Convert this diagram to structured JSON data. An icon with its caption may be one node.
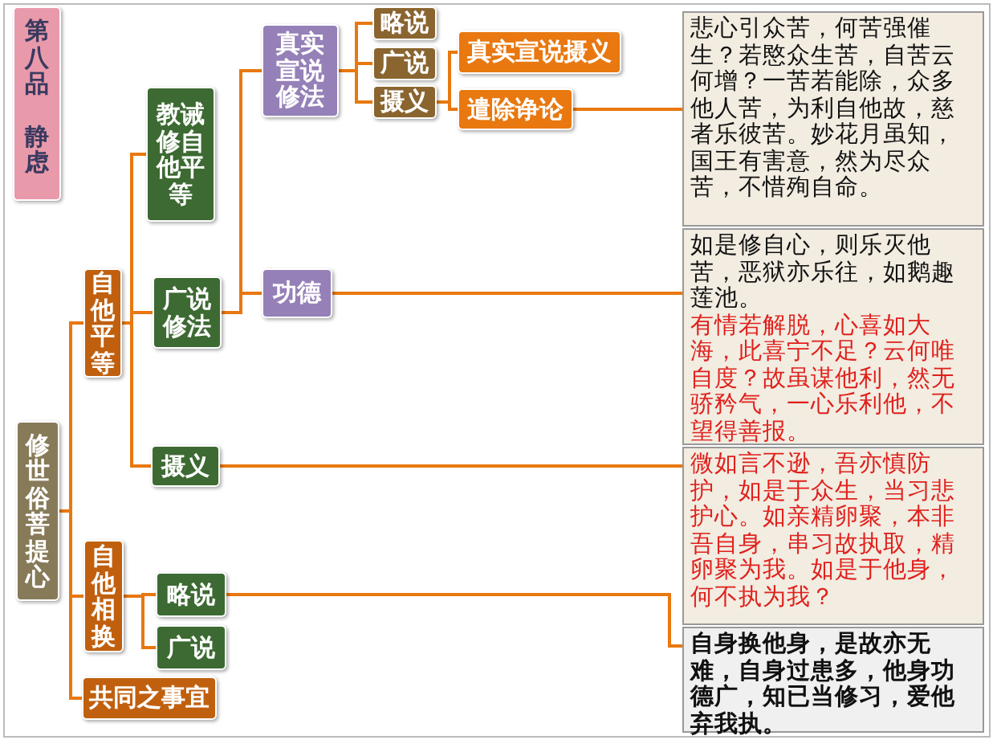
{
  "diagram": {
    "nodes": [
      {
        "text": [
          "第八品",
          "静虑"
        ]
      },
      {
        "text": [
          "修世俗菩提心"
        ]
      },
      {
        "text": [
          "自他平等"
        ]
      },
      {
        "text": [
          "自他相换"
        ]
      },
      {
        "text": [
          "共同之事宜"
        ]
      },
      {
        "text": [
          "教诫修自他平等"
        ]
      },
      {
        "text": [
          "广说修法"
        ]
      },
      {
        "text": [
          "摄义"
        ]
      },
      {
        "text": [
          "略说"
        ]
      },
      {
        "text": [
          "广说"
        ]
      },
      {
        "text": [
          "真实宣说修法"
        ]
      },
      {
        "text": [
          "功德"
        ]
      },
      {
        "text": [
          "略说"
        ]
      },
      {
        "text": [
          "广说"
        ]
      },
      {
        "text": [
          "摄义"
        ]
      },
      {
        "text": [
          "真实宣说摄义"
        ]
      },
      {
        "text": [
          "遣除诤论"
        ]
      },
      {
        "text": [
          "悲心引众苦，何苦强催生？若愍众生苦，自苦云何增？一苦若能除，众多他人苦，为利自他故，慈者乐彼苦。妙花月虽知，国王有害意，然为尽众苦，不惜殉自命。"
        ]
      },
      {
        "text": [
          "如是修自心，则乐灭他苦，恶狱亦乐往，如鹅趣莲池。",
          "有情若解脱，心喜如大海，此喜宁不足？云何唯自度？故虽谋他利，然无骄矜气，一心乐利他，不望得善报。"
        ]
      },
      {
        "text": [
          "微如言不逊，吾亦慎防护，如是于众生，当习悲护心。如亲精卵聚，本非吾自身，串习故执取，精卵聚为我。如是于他身，何不执为我？"
        ]
      },
      {
        "text": [
          "自身换他身，是故亦无难，自身过患多，他身功德广，知已当修习，爱他弃我执。"
        ]
      }
    ],
    "edges": [
      {
        "from": 1,
        "to": 2,
        "arrow": "none"
      },
      {
        "from": 1,
        "to": 3,
        "arrow": "none"
      },
      {
        "from": 1,
        "to": 4,
        "arrow": "none"
      },
      {
        "from": 2,
        "to": 5,
        "arrow": "none"
      },
      {
        "from": 2,
        "to": 6,
        "arrow": "none"
      },
      {
        "from": 2,
        "to": 7,
        "arrow": "none"
      },
      {
        "from": 6,
        "to": 10,
        "arrow": "none"
      },
      {
        "from": 6,
        "to": 11,
        "arrow": "none"
      },
      {
        "from": 10,
        "to": 12,
        "arrow": "none"
      },
      {
        "from": 10,
        "to": 13,
        "arrow": "none"
      },
      {
        "from": 10,
        "to": 14,
        "arrow": "none"
      },
      {
        "from": 14,
        "to": 15,
        "arrow": "none"
      },
      {
        "from": 14,
        "to": 16,
        "arrow": "none"
      },
      {
        "from": 16,
        "to": 17,
        "arrow": "none"
      },
      {
        "from": 11,
        "to": 18,
        "arrow": "none"
      },
      {
        "from": 7,
        "to": 19,
        "arrow": "none"
      },
      {
        "from": 3,
        "to": 8,
        "arrow": "none"
      },
      {
        "from": 3,
        "to": 9,
        "arrow": "none"
      },
      {
        "from": 8,
        "to": 20,
        "arrow": "none"
      }
    ]
  }
}
